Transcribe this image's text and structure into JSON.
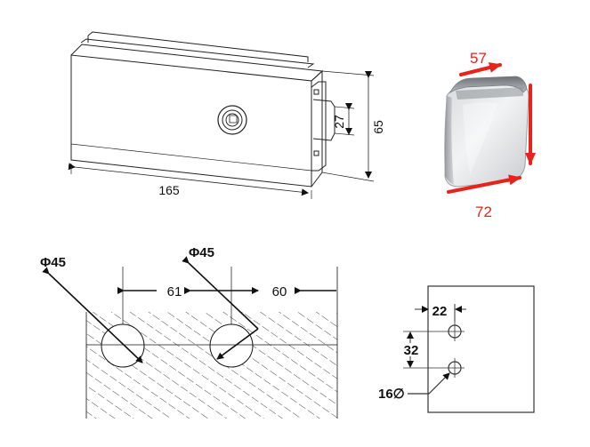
{
  "lock_drawing": {
    "width_dim": "165",
    "height_dim": "65",
    "slot_dim": "27"
  },
  "clamp_photo": {
    "top_dim": "57",
    "bottom_dim": "72",
    "arrow_color": "#e8231b"
  },
  "glass_cutout": {
    "hole_left_label": "Φ45",
    "hole_right_label": "Φ45",
    "dim_left": "61",
    "dim_right": "60"
  },
  "hole_pattern": {
    "horizontal_dim": "22",
    "vertical_dim": "32",
    "hole_label": "16∅"
  }
}
